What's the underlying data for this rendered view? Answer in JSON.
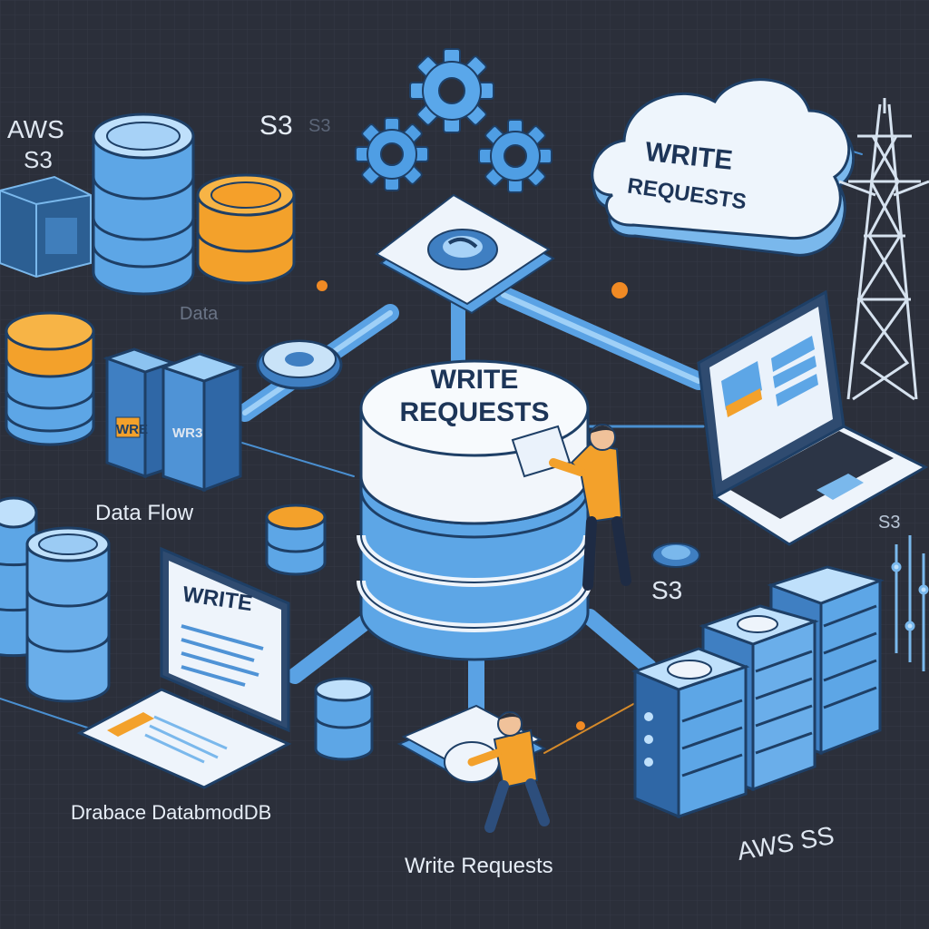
{
  "colors": {
    "background": "#2b2f3a",
    "grid": "#343946",
    "blue_light": "#bfe0fb",
    "blue_mid": "#7ab8ec",
    "blue_dark": "#3f86cf",
    "outline": "#1e3f66",
    "orange": "#f5a02a",
    "white": "#f2f6fb",
    "text_light": "#dfe7f1"
  },
  "labels": {
    "aws_top_left_1": "AWS",
    "aws_top_left_2": "S3",
    "s3_top": "S3",
    "s3_top_shadow": "S3",
    "data_faint": "Data",
    "data_flow": "Data Flow",
    "s3_right": "S3",
    "s3_far_right": "S3",
    "database_caption": "Drabace DatabmodDB",
    "write_requests_bottom": "Write Requests",
    "aws_bottom_right": "AWS SS"
  },
  "cloud": {
    "line1": "WRITE",
    "line2": "REQUESTS"
  },
  "main_db": {
    "line1": "WRITE",
    "line2": "REQUESTS"
  },
  "monitor_write": "WRITE",
  "server_badges": {
    "left": "WRE",
    "right": "WR3"
  }
}
